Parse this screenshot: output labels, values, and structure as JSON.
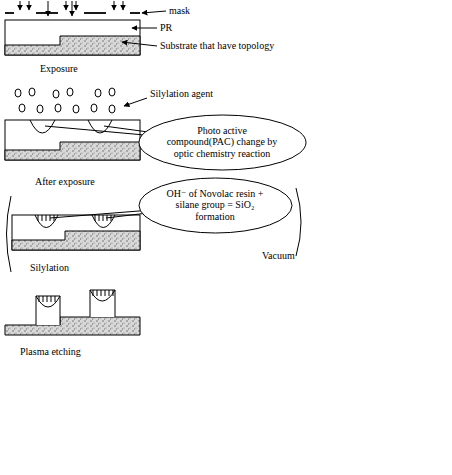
{
  "diagram": {
    "nodes": [
      {
        "text": [
          "Photo active compound(PAC) change by optic chemistry reaction"
        ]
      },
      {
        "text": [
          "OH⁻ of Novolac resin + silane group = SiO₂ formation"
        ]
      }
    ],
    "labels": [
      "mask",
      "PR",
      "Substrate that have topology",
      "Exposure",
      "Silylation agent",
      "After exposure",
      "Silylation",
      "Vacuum",
      "Plasma etching"
    ]
  }
}
